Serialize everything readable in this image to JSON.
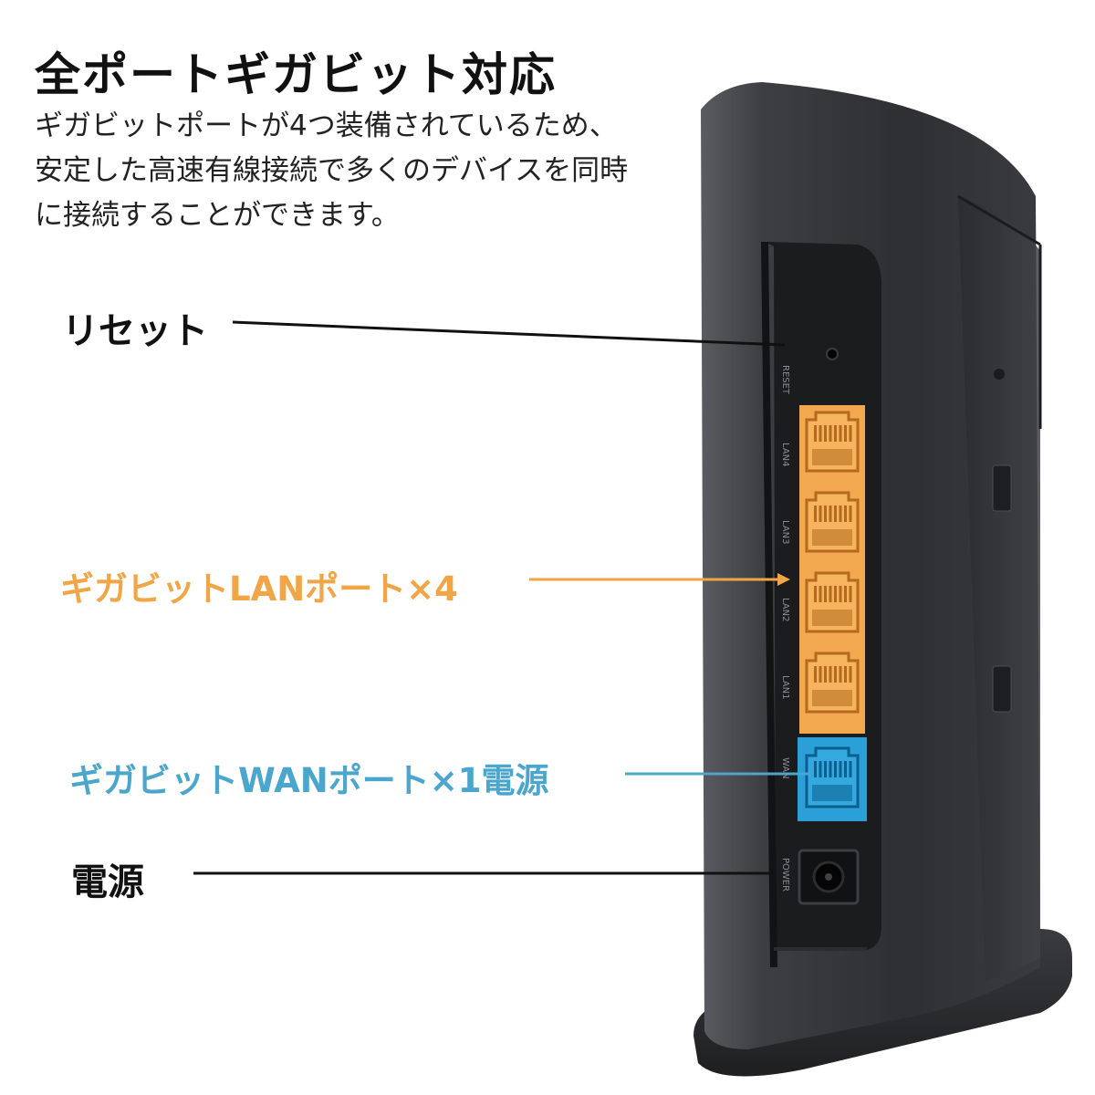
{
  "heading": {
    "title": "全ポートギガビット対応",
    "desc_line1": "ギガビットポートが4つ装備されているため、",
    "desc_line2": "安定した高速有線接続で多くのデバイスを同時",
    "desc_line3": "に接続することができます。"
  },
  "callouts": {
    "reset": "リセット",
    "lan": "ギガビットLANポート×4",
    "wan": "ギガビットWANポート×1電源",
    "power": "電源"
  },
  "ports": {
    "lan_labels": [
      "LAN4",
      "LAN3",
      "LAN2",
      "LAN1"
    ],
    "wan_label": "WAN",
    "reset_label": "RESET",
    "power_label": "POWER"
  },
  "colors": {
    "lan": "#f2a84e",
    "lan_text": "#f1a546",
    "wan": "#2b9fd8",
    "wan_text": "#4aa6cc",
    "body": "#2f3033"
  },
  "icons": [
    "router-device",
    "ethernet-port-icon",
    "power-jack-icon"
  ]
}
